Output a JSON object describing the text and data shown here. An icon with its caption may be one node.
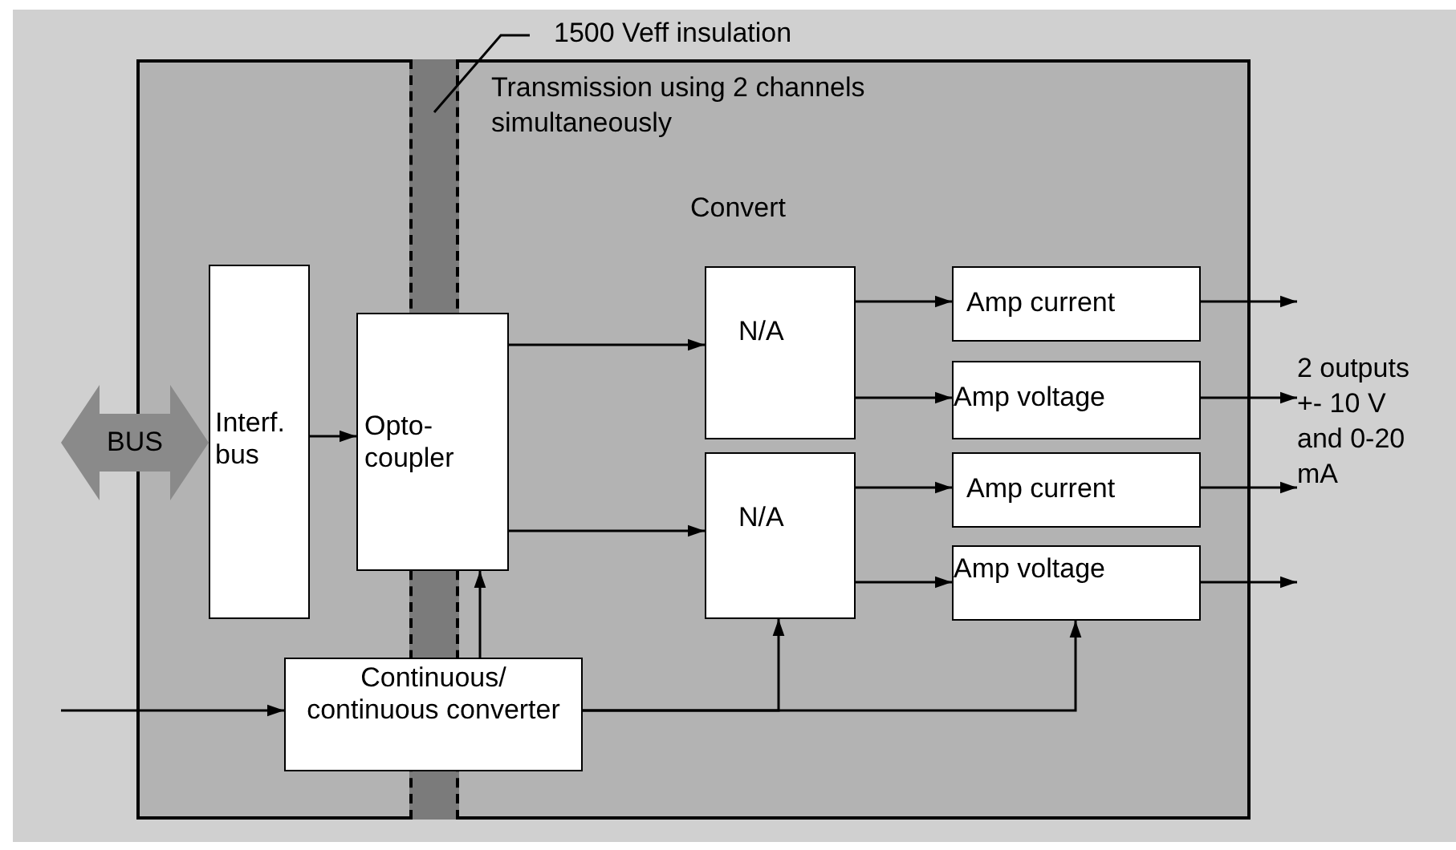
{
  "diagram": {
    "nodes": [
      {
        "text": [
          "1500 Veff insulation"
        ]
      },
      {
        "text": [],
        "shape": "box"
      },
      {
        "text": [],
        "shape": "bar",
        "in": 1
      },
      {
        "text": [
          "BUS"
        ]
      },
      {
        "text": [
          "Interf. bus"
        ],
        "in": 1
      },
      {
        "text": [
          "Opto-coupler"
        ],
        "in": 1
      },
      {
        "text": [
          "N/A"
        ],
        "in": 1
      },
      {
        "text": [
          "Amp current"
        ],
        "in": 1
      },
      {
        "text": [
          "Amp voltage"
        ],
        "in": 1
      },
      {
        "text": [
          "N/A"
        ],
        "in": 1
      },
      {
        "text": [
          "Amp current"
        ],
        "in": 1
      },
      {
        "text": [
          "Amp voltage"
        ],
        "in": 1
      },
      {
        "text": [
          "Continuous/ continuous converter"
        ],
        "in": 1
      },
      {
        "text": [
          "2 outputs +- 10 V and 0-20 mA"
        ]
      }
    ],
    "edges": [
      {
        "from": 0,
        "to": 2,
        "arrow": "none"
      },
      {
        "from": 4,
        "to": 5,
        "arrow": "to"
      },
      {
        "from": 5,
        "to": 6,
        "arrow": "to"
      },
      {
        "from": 5,
        "to": 9,
        "arrow": "to"
      },
      {
        "from": 6,
        "to": 7,
        "arrow": "to"
      },
      {
        "from": 6,
        "to": 8,
        "arrow": "to"
      },
      {
        "from": 9,
        "to": 10,
        "arrow": "to"
      },
      {
        "from": 9,
        "to": 11,
        "arrow": "to"
      },
      {
        "from": 7,
        "to": 13,
        "arrow": "to"
      },
      {
        "from": 8,
        "to": 13,
        "arrow": "to"
      },
      {
        "from": 10,
        "to": 13,
        "arrow": "to"
      },
      {
        "from": 11,
        "to": 13,
        "arrow": "to"
      },
      {
        "from": null,
        "to": 12,
        "arrow": "to"
      },
      {
        "from": 12,
        "to": 5,
        "arrow": "to"
      },
      {
        "from": 12,
        "to": 9,
        "arrow": "to"
      },
      {
        "from": 12,
        "to": 11,
        "arrow": "to"
      }
    ],
    "labels": [
      "Transmission using 2 channels simultaneously",
      "Convert"
    ]
  }
}
